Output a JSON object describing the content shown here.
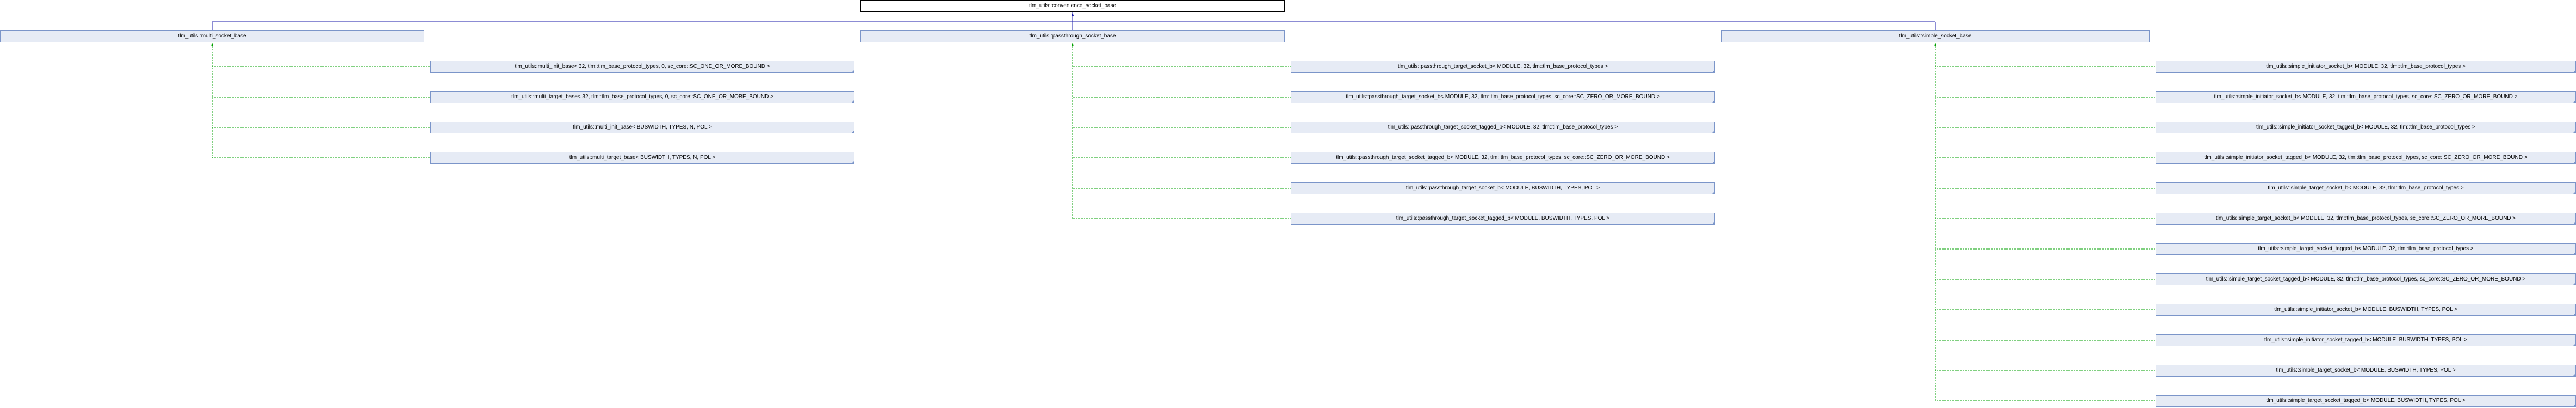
{
  "root": "tlm_utils::convenience_socket_base",
  "groups": [
    {
      "base": "tlm_utils::multi_socket_base",
      "children": [
        "tlm_utils::multi_init_base< 32, tlm::tlm_base_protocol_types, 0, sc_core::SC_ONE_OR_MORE_BOUND >",
        "tlm_utils::multi_target_base< 32, tlm::tlm_base_protocol_types, 0, sc_core::SC_ONE_OR_MORE_BOUND >",
        "tlm_utils::multi_init_base< BUSWIDTH, TYPES, N, POL >",
        "tlm_utils::multi_target_base< BUSWIDTH, TYPES, N, POL >"
      ]
    },
    {
      "base": "tlm_utils::passthrough_socket_base",
      "children": [
        "tlm_utils::passthrough_target_socket_b< MODULE, 32, tlm::tlm_base_protocol_types >",
        "tlm_utils::passthrough_target_socket_b< MODULE, 32, tlm::tlm_base_protocol_types, sc_core::SC_ZERO_OR_MORE_BOUND >",
        "tlm_utils::passthrough_target_socket_tagged_b< MODULE, 32, tlm::tlm_base_protocol_types >",
        "tlm_utils::passthrough_target_socket_tagged_b< MODULE, 32, tlm::tlm_base_protocol_types, sc_core::SC_ZERO_OR_MORE_BOUND >",
        "tlm_utils::passthrough_target_socket_b< MODULE, BUSWIDTH, TYPES, POL >",
        "tlm_utils::passthrough_target_socket_tagged_b< MODULE, BUSWIDTH, TYPES, POL >"
      ]
    },
    {
      "base": "tlm_utils::simple_socket_base",
      "children": [
        "tlm_utils::simple_initiator_socket_b< MODULE, 32, tlm::tlm_base_protocol_types >",
        "tlm_utils::simple_initiator_socket_b< MODULE, 32, tlm::tlm_base_protocol_types, sc_core::SC_ZERO_OR_MORE_BOUND >",
        "tlm_utils::simple_initiator_socket_tagged_b< MODULE, 32, tlm::tlm_base_protocol_types >",
        "tlm_utils::simple_initiator_socket_tagged_b< MODULE, 32, tlm::tlm_base_protocol_types, sc_core::SC_ZERO_OR_MORE_BOUND >",
        "tlm_utils::simple_target_socket_b< MODULE, 32, tlm::tlm_base_protocol_types >",
        "tlm_utils::simple_target_socket_b< MODULE, 32, tlm::tlm_base_protocol_types, sc_core::SC_ZERO_OR_MORE_BOUND >",
        "tlm_utils::simple_target_socket_tagged_b< MODULE, 32, tlm::tlm_base_protocol_types >",
        "tlm_utils::simple_target_socket_tagged_b< MODULE, 32, tlm::tlm_base_protocol_types, sc_core::SC_ZERO_OR_MORE_BOUND >",
        "tlm_utils::simple_initiator_socket_b< MODULE, BUSWIDTH, TYPES, POL >",
        "tlm_utils::simple_initiator_socket_tagged_b< MODULE, BUSWIDTH, TYPES, POL >",
        "tlm_utils::simple_target_socket_b< MODULE, BUSWIDTH, TYPES, POL >",
        "tlm_utils::simple_target_socket_tagged_b< MODULE, BUSWIDTH, TYPES, POL >"
      ]
    }
  ],
  "colors": {
    "inherit": "#1a1aa8",
    "template": "#00a000",
    "node_fill": "#e6ebf5",
    "node_border": "#7b95c9"
  }
}
